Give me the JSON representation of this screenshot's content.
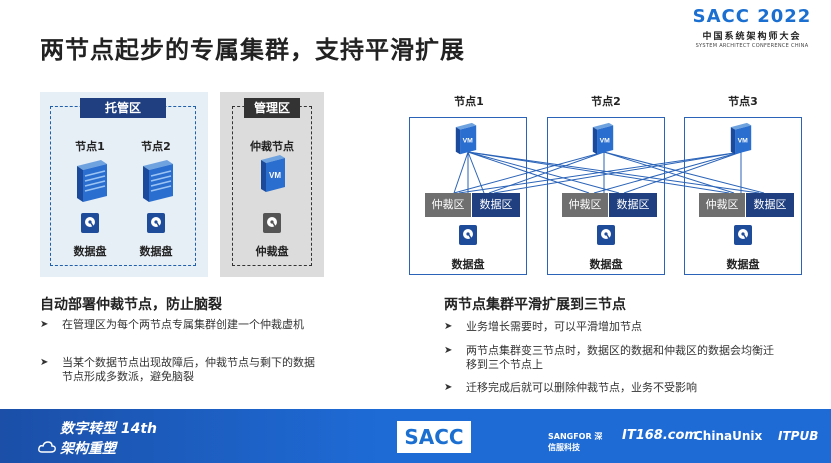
{
  "title": "两节点起步的专属集群，支持平滑扩展",
  "logo": {
    "brand": "SACC 2022",
    "cn": "中国系统架构师大会",
    "en": "SYSTEM ARCHITECT CONFERENCE CHINA"
  },
  "left_diagram": {
    "hosted_label": "托管区",
    "node1": "节点1",
    "node2": "节点2",
    "disk1": "数据盘",
    "disk2": "数据盘",
    "mgmt_label": "管理区",
    "arbiter_label": "仲裁节点",
    "arbiter_disk": "仲裁盘",
    "vm": "VM"
  },
  "right_diagram": {
    "nodes": [
      {
        "name": "节点1",
        "arb": "仲裁区",
        "data": "数据区",
        "disk": "数据盘"
      },
      {
        "name": "节点2",
        "arb": "仲裁区",
        "data": "数据区",
        "disk": "数据盘"
      },
      {
        "name": "节点3",
        "arb": "仲裁区",
        "data": "数据区",
        "disk": "数据盘"
      }
    ],
    "vm": "VM"
  },
  "left_text": {
    "heading": "自动部署仲裁节点，防止脑裂",
    "bullets": [
      "在管理区为每个两节点专属集群创建一个仲裁虚机",
      "当某个数据节点出现故障后，仲裁节点与剩下的数据节点形成多数派，避免脑裂"
    ]
  },
  "right_text": {
    "heading": "两节点集群平滑扩展到三节点",
    "bullets": [
      "业务增长需要时，可以平滑增加节点",
      "两节点集群变三节点时，数据区的数据和仲裁区的数据会均衡迁移到三个节点上",
      "迁移完成后就可以删除仲裁节点，业务不受影响"
    ]
  },
  "footer": {
    "slogan1": "数字转型 14th",
    "slogan2": "架构重塑",
    "sacc": "SACC",
    "sponsors": [
      "SANGFOR 深信服科技",
      "IT168.com",
      "ChinaUnix",
      "ITPUB"
    ]
  },
  "colors": {
    "accent_blue": "#1f3f80",
    "node_blue": "#2a63b8",
    "footer_blue": "#1e6bd6",
    "arb_gray": "#6f6f6f"
  },
  "icons": [
    "server-icon",
    "disk-icon",
    "cloud-icon",
    "arrow-bullet-icon"
  ]
}
